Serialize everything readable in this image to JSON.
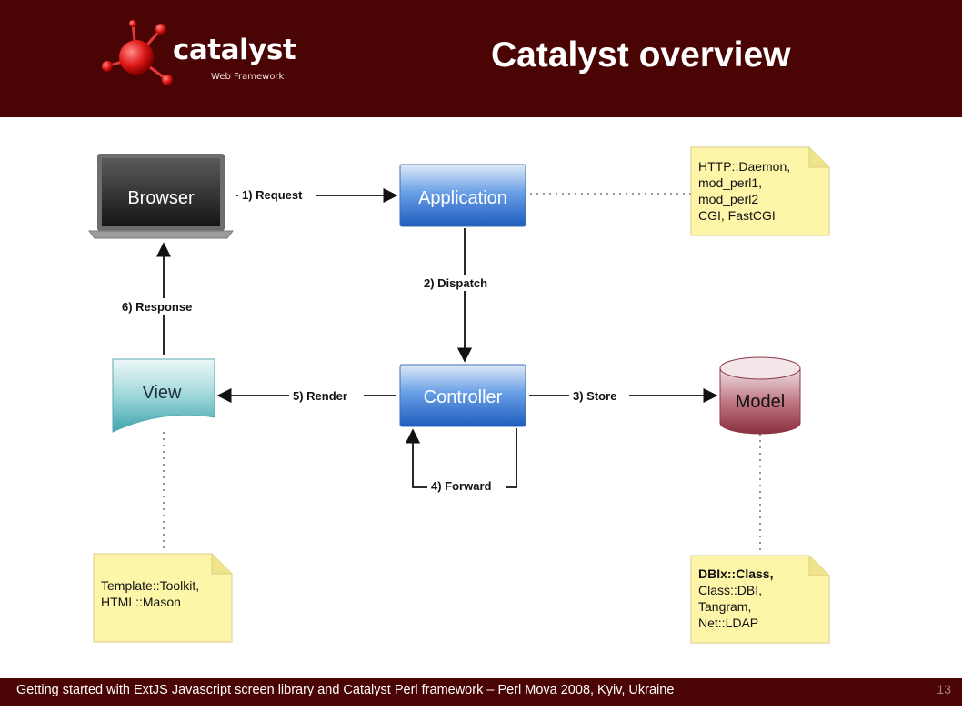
{
  "header": {
    "logo_word": "catalyst",
    "logo_sub": "Web Framework",
    "title": "Catalyst overview"
  },
  "diagram": {
    "nodes": {
      "browser": "Browser",
      "application": "Application",
      "controller": "Controller",
      "view": "View",
      "model": "Model"
    },
    "edges": {
      "request": "1) Request",
      "dispatch": "2) Dispatch",
      "store": "3) Store",
      "forward": "4) Forward",
      "render": "5) Render",
      "response": "6) Response"
    },
    "notes": {
      "application": [
        "HTTP::Daemon,",
        "mod_perl1,",
        "mod_perl2",
        "CGI, FastCGI"
      ],
      "view": [
        "Template::Toolkit,",
        "HTML::Mason"
      ],
      "model": [
        "DBIx::Class,",
        "Class::DBI,",
        "Tangram,",
        "Net::LDAP"
      ]
    }
  },
  "footer": {
    "text": "Getting started with ExtJS Javascript screen library and Catalyst Perl framework – Perl Mova 2008, Kyiv, Ukraine",
    "page": "13"
  },
  "colors": {
    "header_bg": "#4a0404",
    "accent_red": "#e01818",
    "note_fill": "#fdf5a8",
    "node_blue": "#2f73cf",
    "view_teal": "#4fb0b8",
    "model_maroon": "#9b3a4a"
  }
}
